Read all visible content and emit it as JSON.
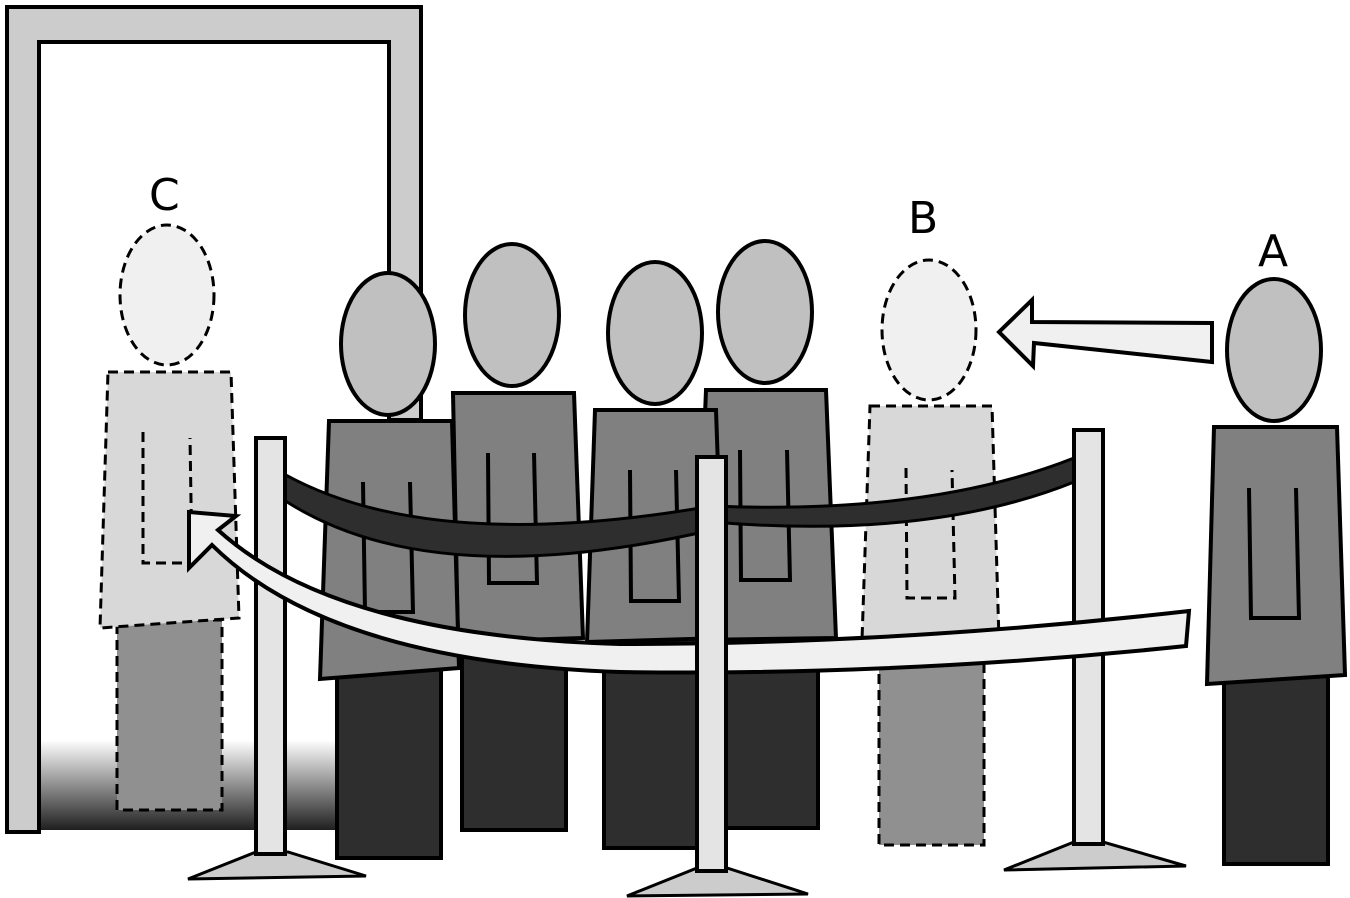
{
  "labels": {
    "a": "A",
    "b": "B",
    "c": "C"
  },
  "colors": {
    "door_frame": "#cccccc",
    "person_head": "#c0c0c0",
    "person_body": "#808080",
    "person_legs": "#2e2e2e",
    "ghost_head": "#f0f0f0",
    "ghost_body": "#d8d8d8",
    "ghost_legs": "#909090",
    "stanchion_post": "#e4e4e4",
    "stanchion_base": "#cccccc",
    "rope": "#2e2e2e",
    "arrow_fill": "#f0f0f0",
    "outline": "#000000"
  }
}
